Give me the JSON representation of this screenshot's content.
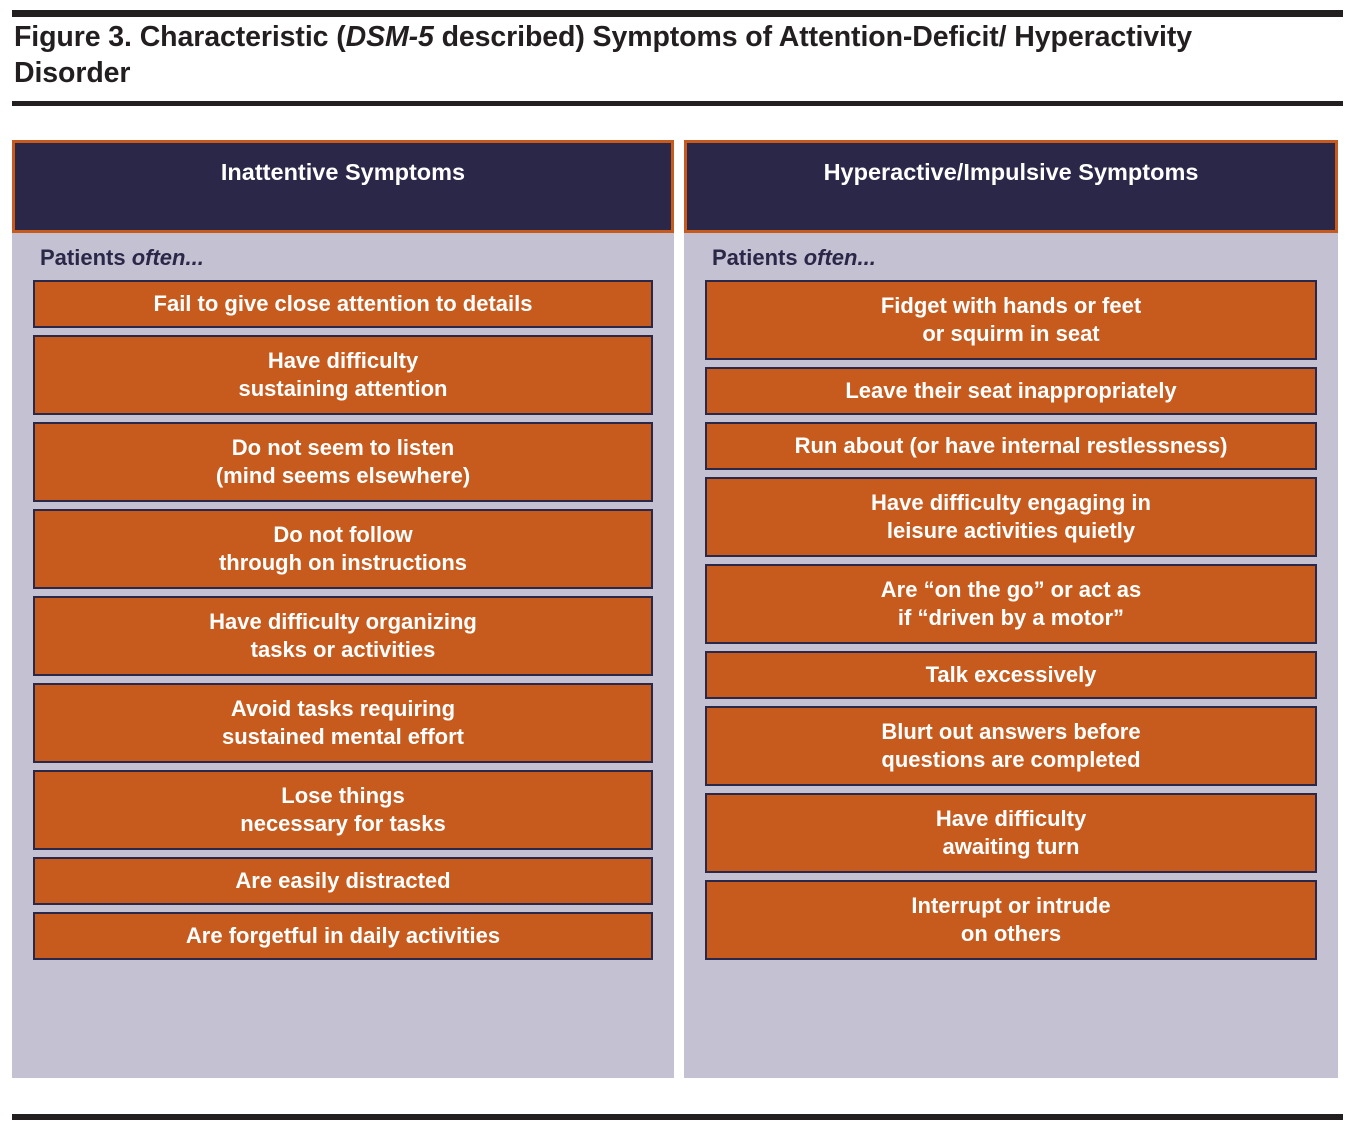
{
  "title": {
    "prefix": "Figure 3. Characteristic (",
    "italic": "DSM-5",
    "suffix": " described) Symptoms of Attention-Deficit/ Hyperactivity Disorder",
    "full": "Figure 3. Characteristic (DSM-5 described) Symptoms of Attention-Deficit/Hyperactivity Disorder"
  },
  "colors": {
    "header_navy": "#2A2748",
    "accent_orange": "#C75B1E",
    "panel_background": "#C4C2D2",
    "rule_black": "#231F20",
    "box_text": "#FFFFFF"
  },
  "columns": [
    {
      "id": "inattentive",
      "header_line1": "Inattentive",
      "header_line2": "Symptoms",
      "lead_label": "Patients ",
      "lead_italic": "often...",
      "items": [
        {
          "line1": "Fail to give close attention to details",
          "line2": ""
        },
        {
          "line1": "Have difficulty",
          "line2": "sustaining attention"
        },
        {
          "line1": "Do not seem to listen",
          "line2": "(mind seems elsewhere)"
        },
        {
          "line1": "Do not follow",
          "line2": "through on instructions"
        },
        {
          "line1": "Have difficulty organizing",
          "line2": "tasks or activities"
        },
        {
          "line1": "Avoid tasks requiring",
          "line2": "sustained mental effort"
        },
        {
          "line1": "Lose things",
          "line2": "necessary for tasks"
        },
        {
          "line1": "Are easily distracted",
          "line2": ""
        },
        {
          "line1": "Are forgetful in daily activities",
          "line2": ""
        }
      ]
    },
    {
      "id": "hyperactive-impulsive",
      "header_line1": "Hyperactive/Impulsive",
      "header_line2": "Symptoms",
      "lead_label": "Patients ",
      "lead_italic": "often...",
      "items": [
        {
          "line1": "Fidget with hands or feet",
          "line2": "or squirm in seat"
        },
        {
          "line1": "Leave their seat inappropriately",
          "line2": ""
        },
        {
          "line1": "Run about (or have internal restlessness)",
          "line2": ""
        },
        {
          "line1": "Have difficulty engaging in",
          "line2": "leisure activities quietly"
        },
        {
          "line1": "Are “on the go” or act as",
          "line2": "if “driven by a motor”"
        },
        {
          "line1": "Talk excessively",
          "line2": ""
        },
        {
          "line1": "Blurt out answers before",
          "line2": "questions are completed"
        },
        {
          "line1": "Have difficulty",
          "line2": "awaiting turn"
        },
        {
          "line1": "Interrupt or intrude",
          "line2": "on others"
        }
      ]
    }
  ]
}
